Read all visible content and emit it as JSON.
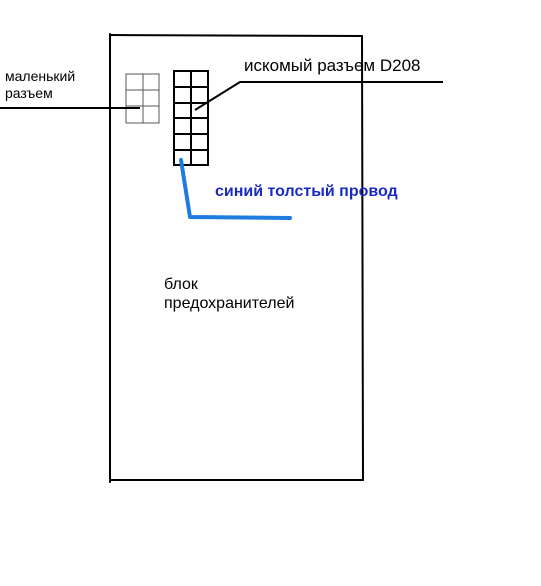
{
  "labels": {
    "small_connector": [
      "маленький",
      "разъем"
    ],
    "target_connector": "искомый разъем D208",
    "blue_wire": "синий толстый провод",
    "fuse_block": [
      "блок",
      "предохранителей"
    ]
  },
  "colors": {
    "ink": "#000000",
    "grid_line": "#555555",
    "blue_wire": "#1e7be0",
    "blue_text": "#1a2bc4",
    "background": "#ffffff"
  }
}
